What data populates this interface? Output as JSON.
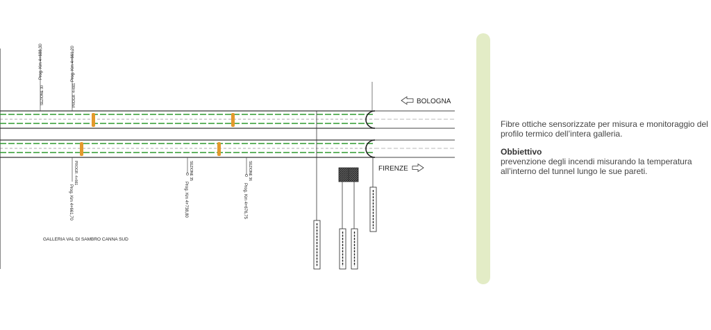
{
  "drawing": {
    "directions": {
      "top": "BOLOGNA",
      "bottom": "FIRENZE"
    },
    "gallery_title": "GALLERIA VAL DI SAMBRO CANNA SUD",
    "chainage_labels": [
      "Prog. Km 4+688,30",
      "Prog. Km 4+661,20",
      "Prog. Km 4+661,70",
      "Prog. Km 4+738,80",
      "Prog. Km 4+676,75"
    ]
  },
  "description": {
    "text": "Fibre ottiche sensorizzate per misura e monitoraggio del profilo termico dell’intera galleria.",
    "objective_heading": "Obbiettivo",
    "objective_text": "prevenzione degli incendi misurando la temperatura all’interno del tunnel lungo le sue pareti."
  },
  "colors": {
    "fiber_green": "#2f9a2f",
    "sensor_orange": "#e39a2d",
    "divider": "#e3ecc6"
  }
}
